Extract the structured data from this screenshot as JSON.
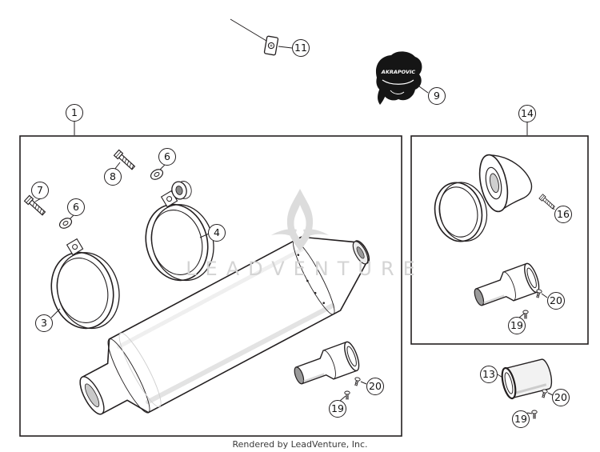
{
  "page": {
    "watermark_text": "LEADVENTURE",
    "footer_text": "Rendered by LeadVenture, Inc."
  },
  "badge": {
    "brand": "AKRAPOVIC"
  },
  "colors": {
    "line": "#231f20",
    "watermark": "#d4d4d4",
    "badge_background": "#151515",
    "opening_shade": "#9a9a9a"
  },
  "callouts": [
    {
      "label": "1"
    },
    {
      "label": "11"
    },
    {
      "label": "9"
    },
    {
      "label": "14"
    },
    {
      "label": "6"
    },
    {
      "label": "8"
    },
    {
      "label": "7"
    },
    {
      "label": "6"
    },
    {
      "label": "4"
    },
    {
      "label": "16"
    },
    {
      "label": "3"
    },
    {
      "label": "20"
    },
    {
      "label": "19"
    },
    {
      "label": "13"
    },
    {
      "label": "20"
    },
    {
      "label": "19"
    },
    {
      "label": "20"
    },
    {
      "label": "19"
    }
  ]
}
